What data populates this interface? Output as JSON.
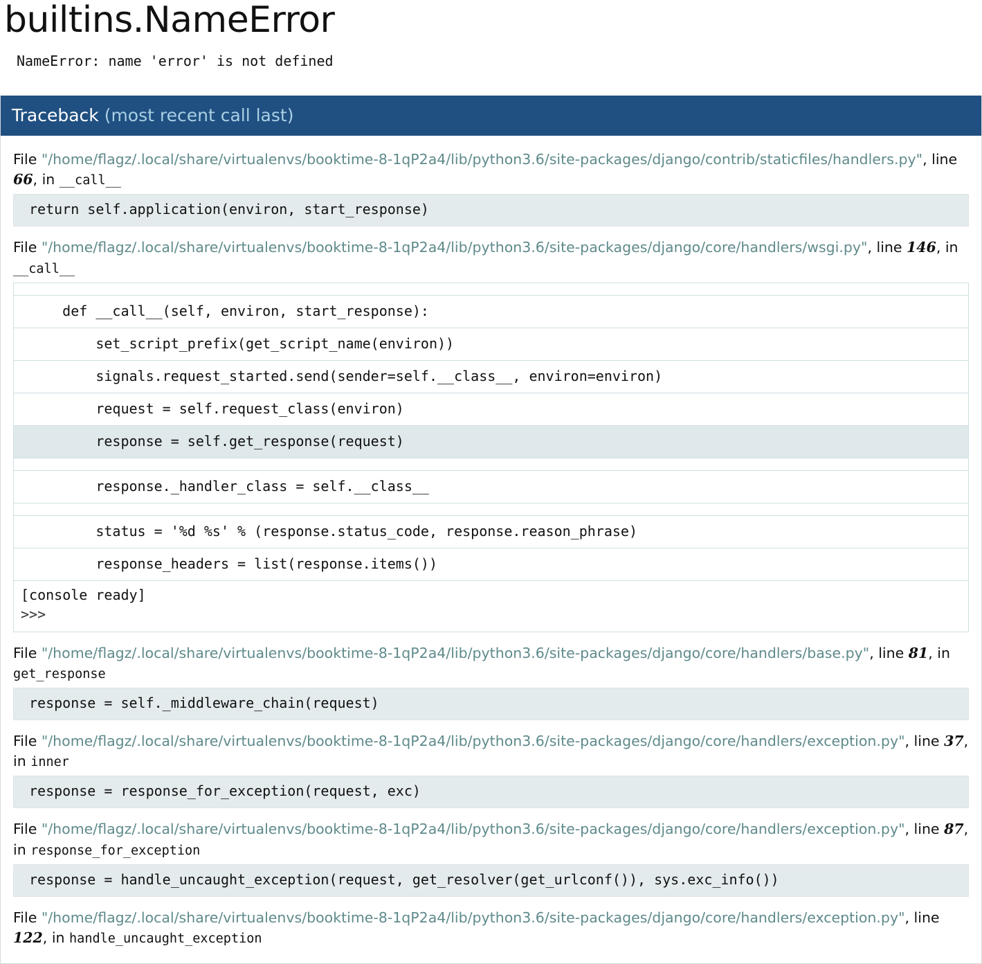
{
  "header": {
    "title": "builtins.NameError",
    "message": "NameError: name 'error' is not defined"
  },
  "traceback": {
    "heading_main": "Traceback ",
    "heading_sub": "(most recent call last)",
    "label_file": "File ",
    "label_line": ", line ",
    "label_in": ", in ",
    "label_in_nocomma": "in ",
    "colors": {
      "header_bg": "#205081",
      "header_text": "#ffffff",
      "header_subtext": "#a9cfe4",
      "path_link": "#5f8a8b",
      "code_bg": "#e4ebed",
      "code_highlight_bg": "#dfe8ea",
      "code_border": "#cfdfe2"
    },
    "frames": [
      {
        "path": "\"/home/flagz/.local/share/virtualenvs/booktime-8-1qP2a4/lib/python3.6/site-packages/django/contrib/staticfiles/handlers.py\"",
        "line": "66",
        "function": "__call__",
        "code": "return self.application(environ, start_response)"
      },
      {
        "path": "\"/home/flagz/.local/share/virtualenvs/booktime-8-1qP2a4/lib/python3.6/site-packages/django/core/handlers/wsgi.py\"",
        "line": "146",
        "function": "__call__",
        "code_lines": [
          {
            "text": "",
            "highlight": false
          },
          {
            "text": "    def __call__(self, environ, start_response):",
            "highlight": false
          },
          {
            "text": "        set_script_prefix(get_script_name(environ))",
            "highlight": false
          },
          {
            "text": "        signals.request_started.send(sender=self.__class__, environ=environ)",
            "highlight": false
          },
          {
            "text": "        request = self.request_class(environ)",
            "highlight": false
          },
          {
            "text": "        response = self.get_response(request)",
            "highlight": true
          },
          {
            "text": "",
            "highlight": false
          },
          {
            "text": "        response._handler_class = self.__class__",
            "highlight": false
          },
          {
            "text": "",
            "highlight": false
          },
          {
            "text": "        status = '%d %s' % (response.status_code, response.reason_phrase)",
            "highlight": false
          },
          {
            "text": "        response_headers = list(response.items())",
            "highlight": false
          }
        ],
        "console": {
          "ready": "[console ready]",
          "prompt": ">>>"
        }
      },
      {
        "path": "\"/home/flagz/.local/share/virtualenvs/booktime-8-1qP2a4/lib/python3.6/site-packages/django/core/handlers/base.py\"",
        "line": "81",
        "function": "get_response",
        "code": "response = self._middleware_chain(request)"
      },
      {
        "path": "\"/home/flagz/.local/share/virtualenvs/booktime-8-1qP2a4/lib/python3.6/site-packages/django/core/handlers/exception.py\"",
        "line": "37",
        "function": "inner",
        "code": "response = response_for_exception(request, exc)"
      },
      {
        "path": "\"/home/flagz/.local/share/virtualenvs/booktime-8-1qP2a4/lib/python3.6/site-packages/django/core/handlers/exception.py\"",
        "line": "87",
        "function": "response_for_exception",
        "code": "response = handle_uncaught_exception(request, get_resolver(get_urlconf()), sys.exc_info())"
      },
      {
        "path": "\"/home/flagz/.local/share/virtualenvs/booktime-8-1qP2a4/lib/python3.6/site-packages/django/core/handlers/exception.py\"",
        "line": "122",
        "function": "handle_uncaught_exception",
        "code": null
      }
    ]
  }
}
